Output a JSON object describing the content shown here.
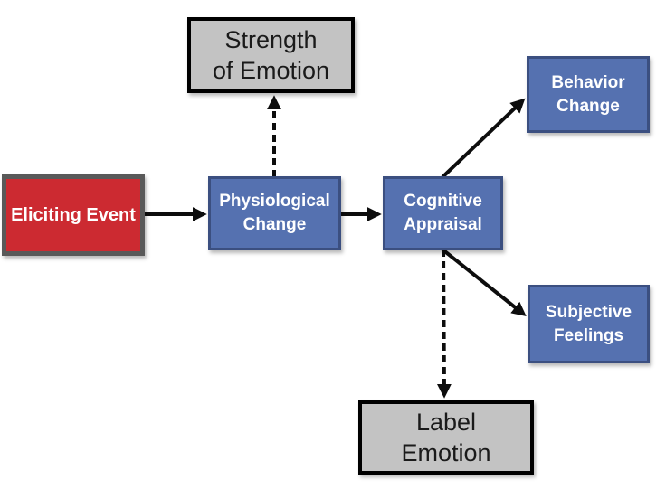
{
  "diagram": {
    "type": "flowchart",
    "background": "#ffffff",
    "colors": {
      "stimulus_red_fill": "#cc2a31",
      "stimulus_red_border": "#595959",
      "process_blue_fill": "#5571b0",
      "process_blue_border": "#3b4f80",
      "outcome_gray_fill": "#c3c3c3",
      "outcome_gray_border": "#000000",
      "arrow_black": "#0d0d0d",
      "text_on_dark": "#ffffff",
      "text_on_gray": "#1a1a1a"
    },
    "nodes": {
      "eliciting_event": {
        "label": "Eliciting Event",
        "lines": [
          "Eliciting Event"
        ],
        "style": "red"
      },
      "physiological_change": {
        "label": "Physiological Change",
        "lines": [
          "Physiological",
          "Change"
        ],
        "style": "blue"
      },
      "cognitive_appraisal": {
        "label": "Cognitive Appraisal",
        "lines": [
          "Cognitive",
          "Appraisal"
        ],
        "style": "blue"
      },
      "strength_of_emotion": {
        "label": "Strength of Emotion",
        "lines": [
          "Strength",
          "of Emotion"
        ],
        "style": "gray"
      },
      "behavior_change": {
        "label": "Behavior Change",
        "lines": [
          "Behavior",
          "Change"
        ],
        "style": "blue"
      },
      "subjective_feelings": {
        "label": "Subjective Feelings",
        "lines": [
          "Subjective",
          "Feelings"
        ],
        "style": "blue"
      },
      "label_emotion": {
        "label": "Label Emotion",
        "lines": [
          "Label",
          "Emotion"
        ],
        "style": "gray"
      }
    },
    "edges": [
      {
        "from": "eliciting_event",
        "to": "physiological_change",
        "line": "solid"
      },
      {
        "from": "physiological_change",
        "to": "cognitive_appraisal",
        "line": "solid"
      },
      {
        "from": "physiological_change",
        "to": "strength_of_emotion",
        "line": "dashed"
      },
      {
        "from": "cognitive_appraisal",
        "to": "behavior_change",
        "line": "solid"
      },
      {
        "from": "cognitive_appraisal",
        "to": "subjective_feelings",
        "line": "solid"
      },
      {
        "from": "cognitive_appraisal",
        "to": "label_emotion",
        "line": "dashed"
      }
    ]
  }
}
